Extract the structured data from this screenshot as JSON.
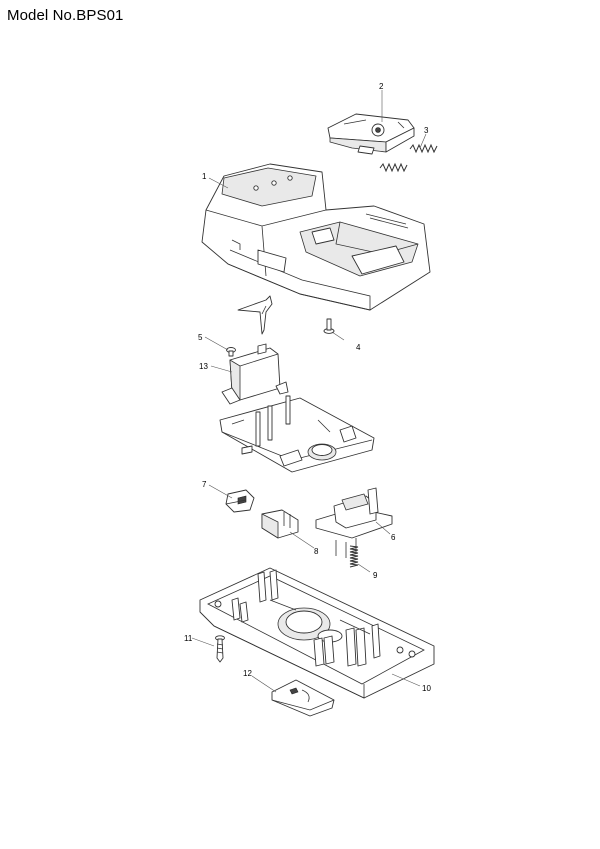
{
  "title": "Model No.BPS01",
  "parts": [
    {
      "id": "p1",
      "number": "1"
    },
    {
      "id": "p2",
      "number": "2"
    },
    {
      "id": "p3",
      "number": "3"
    },
    {
      "id": "p4",
      "number": "4"
    },
    {
      "id": "p5",
      "number": "5"
    },
    {
      "id": "p6",
      "number": "6"
    },
    {
      "id": "p7",
      "number": "7"
    },
    {
      "id": "p8",
      "number": "8"
    },
    {
      "id": "p9",
      "number": "9"
    },
    {
      "id": "p10",
      "number": "10"
    },
    {
      "id": "p11",
      "number": "11"
    },
    {
      "id": "p12",
      "number": "12"
    },
    {
      "id": "p13",
      "number": "13"
    }
  ]
}
